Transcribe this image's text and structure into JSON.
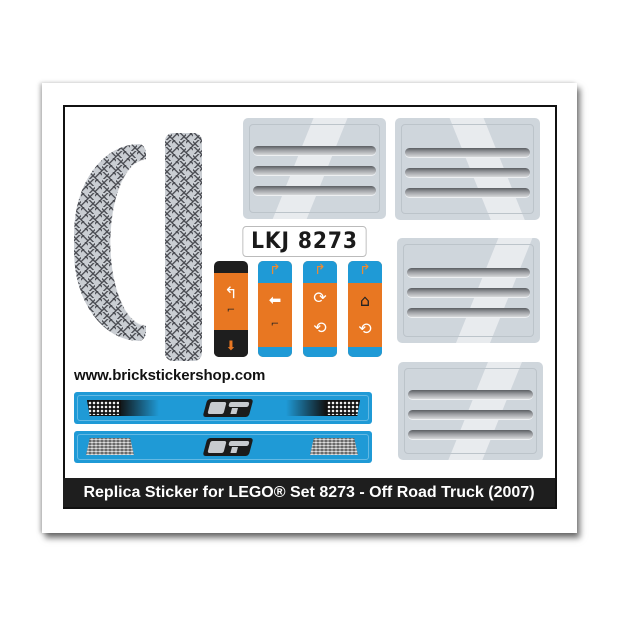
{
  "sheet": {
    "website": "www.brickstickershop.com",
    "footer_title": "Replica Sticker for LEGO® Set 8273 - Off Road Truck (2007)",
    "license_plate": "LKJ 8273",
    "colors": {
      "blue": "#1f9ad6",
      "orange": "#e87722",
      "black": "#1e1e1e",
      "panel_gray": "#cfd6dc",
      "tread_gray": "#c9cdd2"
    }
  },
  "stickers": {
    "tread_plates": [
      {
        "shape": "half-moon",
        "pattern": "diamond-tread"
      },
      {
        "shape": "tall-strip",
        "pattern": "diamond-tread"
      }
    ],
    "vent_panels": [
      {
        "position": "top-left",
        "bars": 3
      },
      {
        "position": "top-right",
        "bars": 3
      },
      {
        "position": "middle-right",
        "bars": 3
      },
      {
        "position": "bottom-right",
        "bars": 3
      }
    ],
    "levers": [
      {
        "style": "black-orange",
        "icons": [
          "curved-arrow-icon",
          "bucket-icon",
          "down-arrow-icon"
        ],
        "top_glyph": "",
        "mid_glyph": "↰",
        "low_glyph": "⌐",
        "bot_glyph": "⬇"
      },
      {
        "style": "blue-orange",
        "icons": [
          "turn-arrow-icon",
          "left-arrow-icon",
          "bucket-icon"
        ],
        "top_glyph": "↱",
        "mid_glyph": "⬅",
        "low_glyph": "⌐"
      },
      {
        "style": "blue-orange",
        "icons": [
          "turn-arrow-icon",
          "rotate-arrows-icon",
          "bucket-icon"
        ],
        "top_glyph": "↱",
        "mid_glyph": "⟳",
        "low_glyph": "⟲"
      },
      {
        "style": "blue-orange",
        "icons": [
          "turn-arrow-icon",
          "crane-icon",
          "rotate-arrow-icon"
        ],
        "top_glyph": "↱",
        "mid_glyph": "⌂",
        "low_glyph": "⟲"
      }
    ],
    "blue_strips": [
      {
        "logo": "GT-logo",
        "grille": "perforated-fade"
      },
      {
        "logo": "GT-logo",
        "grille": "mesh-trapezoid"
      }
    ]
  }
}
